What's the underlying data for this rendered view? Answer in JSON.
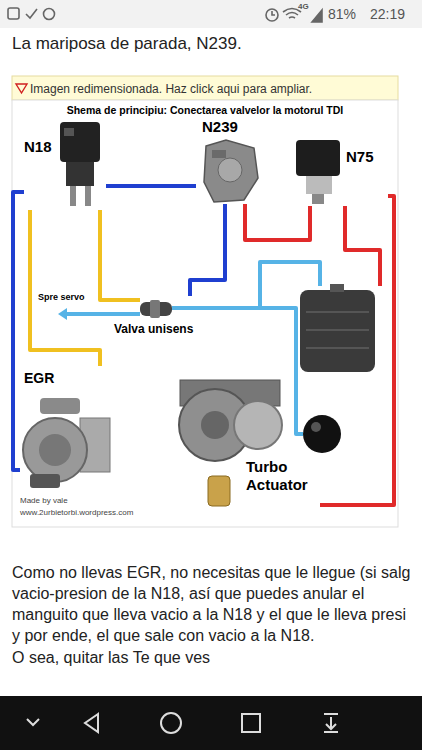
{
  "diagram": {
    "title": "Shema de principiu: Conectarea valvelor la motorul TDI",
    "nodes": [
      {
        "text": [
          "N18"
        ]
      },
      {
        "text": [
          "N239"
        ]
      },
      {
        "text": [
          "N75"
        ]
      },
      {
        "text": [
          "Valva unisens"
        ]
      },
      {
        "text": [
          "EGR"
        ]
      },
      {
        "text": [
          "Turbo Actuator"
        ]
      }
    ],
    "edges": [
      {
        "from": 0,
        "to": 4,
        "arrow": "none"
      },
      {
        "from": 0,
        "to": 3,
        "arrow": "none"
      },
      {
        "from": 0,
        "to": 4,
        "arrow": "none"
      },
      {
        "from": 1,
        "to": 3,
        "arrow": "none"
      },
      {
        "from": 2,
        "to": 5,
        "arrow": "none"
      },
      {
        "from": 2,
        "to": 1,
        "arrow": "none"
      },
      {
        "from": 0,
        "to": 1,
        "arrow": "none"
      }
    ],
    "labels": [
      "4G",
      "81%",
      "22:19",
      "La mariposa de parada, N239.",
      "Imagen redimensionada. Haz click aqui para ampliar.",
      "Spre servo",
      "Made by vale",
      "www.2urbietorbi.wordpress.com",
      "Como no llevas EGR, no necesitas que le llegue (si salg vacio-presion de la N18, así que puedes anular el manguito que lleva vacio a la N18 y el que le lleva presi y por ende, el que sale con vacio a la N18.",
      "O sea, quitar las Te que ves"
    ]
  }
}
